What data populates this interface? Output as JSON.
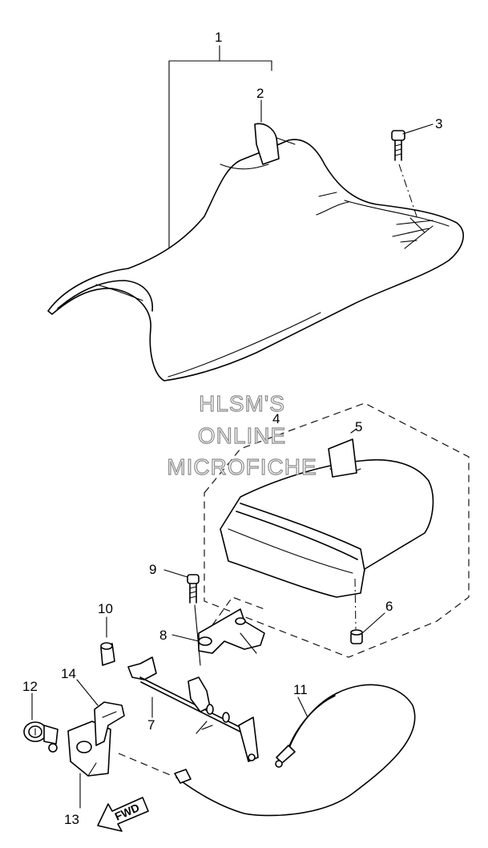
{
  "callouts": [
    {
      "id": "1",
      "label": "1"
    },
    {
      "id": "2",
      "label": "2"
    },
    {
      "id": "3",
      "label": "3"
    },
    {
      "id": "4",
      "label": "4"
    },
    {
      "id": "5",
      "label": "5"
    },
    {
      "id": "6",
      "label": "6"
    },
    {
      "id": "7",
      "label": "7"
    },
    {
      "id": "8",
      "label": "8"
    },
    {
      "id": "9",
      "label": "9"
    },
    {
      "id": "10",
      "label": "10"
    },
    {
      "id": "11",
      "label": "11"
    },
    {
      "id": "12",
      "label": "12"
    },
    {
      "id": "13",
      "label": "13"
    },
    {
      "id": "14",
      "label": "14"
    }
  ],
  "watermark": {
    "line1": "HLSM'S",
    "line2": "ONLINE",
    "line3": "MICROFICHE"
  },
  "direction_arrow": {
    "label": "FWD"
  }
}
